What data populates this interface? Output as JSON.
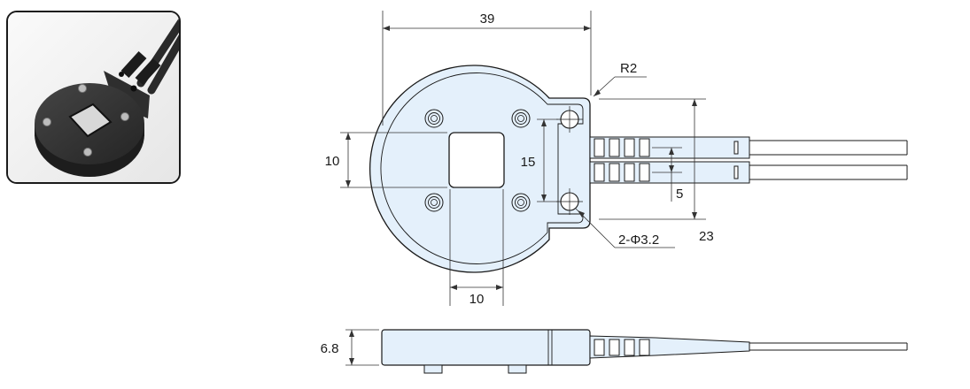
{
  "colors": {
    "body_fill": "#e4f0fb",
    "outline": "#1a1a1a",
    "dimension_line": "#333333",
    "photo_body": "#2b2b2b",
    "photo_background": "#f4f4f4"
  },
  "product_photo": {
    "description_icon": "sensor-photo-icon"
  },
  "dimensions": {
    "overall_width": "39",
    "corner_radius": "R2",
    "window_height": "10",
    "window_width": "10",
    "hole_spacing": "15",
    "cable_spacing": "5",
    "tab_height": "23",
    "mounting_holes": "2-Φ3.2",
    "thickness": "6.8"
  }
}
